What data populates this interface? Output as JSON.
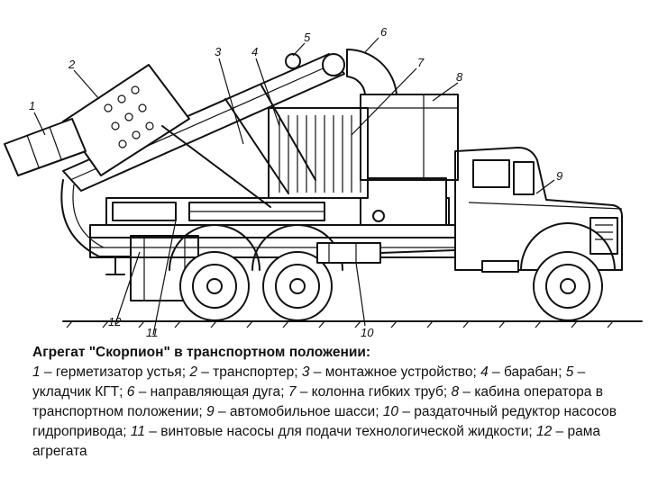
{
  "callouts": [
    "1",
    "2",
    "3",
    "4",
    "5",
    "6",
    "7",
    "8",
    "9",
    "10",
    "11",
    "12"
  ],
  "caption": {
    "title": "Агрегат \"Скорпион\" в транспортном положении:",
    "items": [
      {
        "num": "1",
        "text": "герметизатор устья"
      },
      {
        "num": "2",
        "text": "транспортер"
      },
      {
        "num": "3",
        "text": "монтажное устройство"
      },
      {
        "num": "4",
        "text": "барабан"
      },
      {
        "num": "5",
        "text": "укладчик КГТ"
      },
      {
        "num": "6",
        "text": "направляющая дуга"
      },
      {
        "num": "7",
        "text": "колонна гибких труб"
      },
      {
        "num": "8",
        "text": "кабина оператора в транспортном положении"
      },
      {
        "num": "9",
        "text": "автомобильное шасси"
      },
      {
        "num": "10",
        "text": "раздаточный редуктор насосов гидропривода"
      },
      {
        "num": "11",
        "text": "винтовые насосы для подачи технологической жидкости"
      },
      {
        "num": "12",
        "text": "рама агрегата"
      }
    ]
  }
}
